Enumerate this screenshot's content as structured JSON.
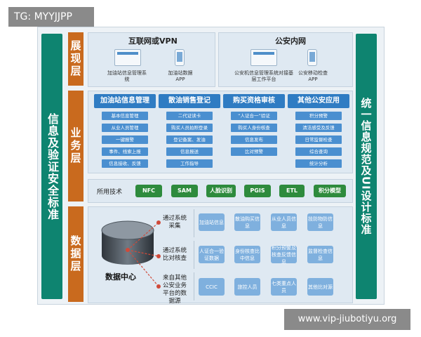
{
  "watermark_top": "TG: MYYJJPP",
  "watermark_bottom": "www.vip-jiubotiyu.org",
  "sidebar_left": "信息及验证安全标准",
  "sidebar_right": "统一信息规范及UI设计标准",
  "layers": {
    "display": "展现层",
    "business": "业务层",
    "data": "数据层"
  },
  "display": {
    "internet_title": "互联网或VPN",
    "police_title": "公安内网",
    "items": [
      {
        "label": "加油站信息管理系统"
      },
      {
        "label": "加油站数据APP"
      },
      {
        "label": "公安机信息管理系统对接基层工作平台"
      },
      {
        "label": "公安移动检查APP"
      }
    ]
  },
  "business": {
    "columns": [
      {
        "title": "加油站信息管理",
        "items": [
          "基本信息管理",
          "从业人员管理",
          "一键报警",
          "事件、线索上报",
          "信息接收、反馈"
        ]
      },
      {
        "title": "散油销售登记",
        "items": [
          "二代证读卡",
          "购买人员拍照登录",
          "登记备案、发油",
          "信息报送",
          "工作指导"
        ]
      },
      {
        "title": "购买资格审核",
        "items": [
          "“人证合一”验证",
          "购买人身份核查",
          "信息发布",
          "比对预警"
        ]
      },
      {
        "title": "其他公安应用",
        "items": [
          "积分预警",
          "清洁感受及反馈",
          "日常监督检查",
          "综合查询",
          "统计分析"
        ]
      }
    ]
  },
  "tech": {
    "label": "所用技术",
    "items": [
      "NFC",
      "SAM",
      "人脸识别",
      "PGIS",
      "ETL",
      "积分模型"
    ]
  },
  "data_layer": {
    "center_label": "数据中心",
    "rows": [
      {
        "label": "通过系统采集",
        "boxes": [
          "加油站信息",
          "散油购买信息",
          "从业人员信息",
          "技防物防信息"
        ]
      },
      {
        "label": "通过系统比对核查",
        "boxes": [
          "人证合一验证数据",
          "身份核查比中信息",
          "积分预警及核查反馈信息",
          "监督检查信息"
        ]
      },
      {
        "label": "来自其他公安业务平台的数据源",
        "boxes": [
          "CCIC",
          "旅控人员",
          "七类重点人员",
          "其他比对源"
        ]
      }
    ]
  },
  "colors": {
    "teal": "#0e8470",
    "orange": "#c96a1e",
    "blue": "#2f7cc3",
    "green": "#2e8b3d"
  }
}
